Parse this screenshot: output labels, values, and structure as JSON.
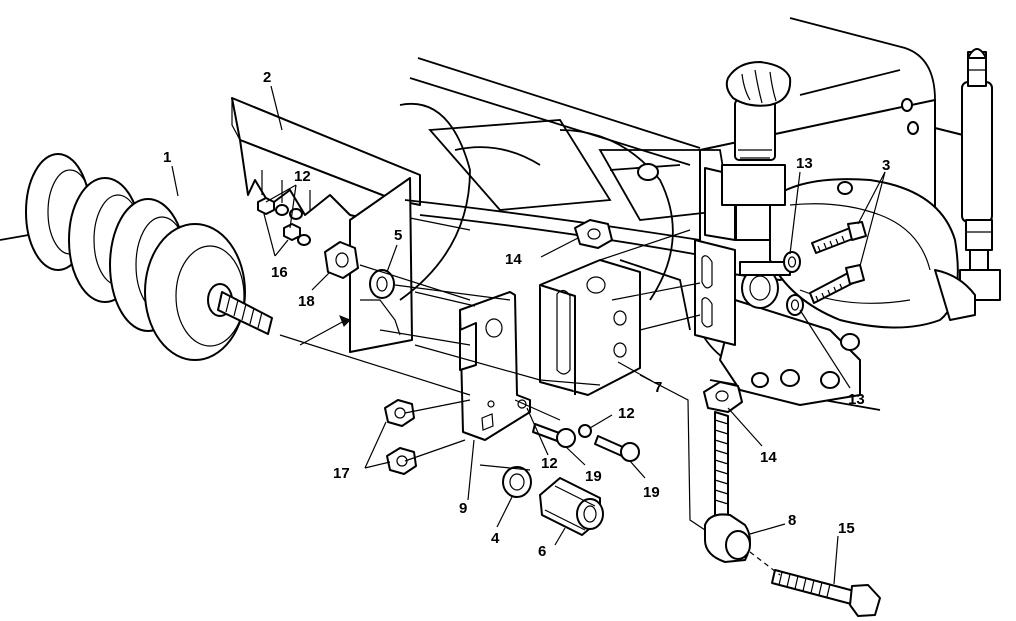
{
  "callouts": {
    "c1": "1",
    "c2": "2",
    "c3": "3",
    "c4": "4",
    "c5": "5",
    "c6": "6",
    "c7": "7",
    "c8": "8",
    "c9": "9",
    "c12a": "12",
    "c12b": "12",
    "c12c": "12",
    "c13a": "13",
    "c13b": "13",
    "c14a": "14",
    "c14b": "14",
    "c15": "15",
    "c16": "16",
    "c17": "17",
    "c18": "18",
    "c19a": "19",
    "c19b": "19"
  }
}
